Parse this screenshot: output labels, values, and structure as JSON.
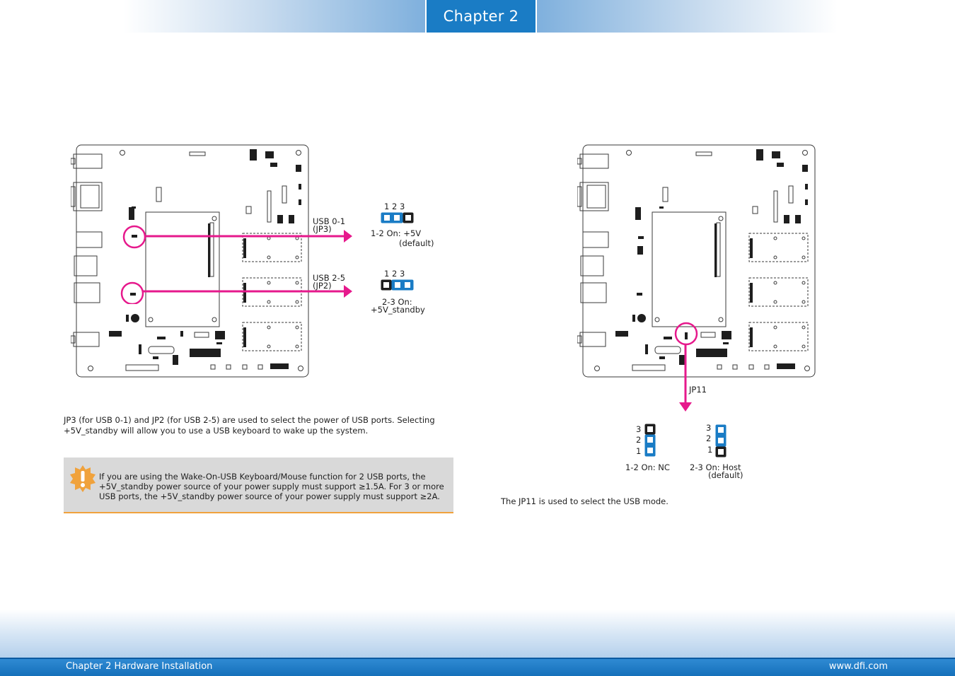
{
  "header": {
    "chapter_tab": "Chapter 2"
  },
  "left_section": {
    "callouts": [
      {
        "label": "USB 0-1",
        "sub": "(JP3)"
      },
      {
        "label": "USB 2-5",
        "sub": "(JP2)"
      }
    ],
    "jumpers": [
      {
        "pins": "1  2  3",
        "caption_line1": "1-2 On: +5V",
        "caption_line2": "(default)"
      },
      {
        "pins": "1  2  3",
        "caption_line1": "2-3 On:",
        "caption_line2": "+5V_standby"
      }
    ],
    "description_line1": "JP3 (for USB 0-1) and JP2 (for USB 2-5) are used to select the power of USB ports. Selecting",
    "description_line2": "+5V_standby will allow you to use a USB keyboard to wake up the system.",
    "note": {
      "icon": "warning-icon",
      "line1": "If you are using the Wake-On-USB Keyboard/Mouse function for 2 USB ports, the",
      "line2": "+5V_standby power source of your power supply must support ≥1.5A. For 3 or more",
      "line3": "USB ports, the +5V_standby power source of your power supply must support ≥2A."
    }
  },
  "right_section": {
    "callout_label": "JP11",
    "jumpers": [
      {
        "pin3": "3",
        "pin2": "2",
        "pin1": "1",
        "caption_line1": "1-2 On: NC",
        "caption_line2": ""
      },
      {
        "pin3": "3",
        "pin2": "2",
        "pin1": "1",
        "caption_line1": "2-3 On: Host",
        "caption_line2": "(default)"
      }
    ],
    "description": "The JP11 is used to select the USB mode."
  },
  "footer": {
    "left_text": "Chapter 2 Hardware Installation",
    "right_text": "www.dfi.com"
  },
  "colors": {
    "accent_blue": "#1a7cc5",
    "jumper_blue": "#1a7cc5",
    "jumper_black": "#1e1e1e",
    "highlight_magenta": "#e6198c",
    "note_orange": "#f0a23c"
  }
}
